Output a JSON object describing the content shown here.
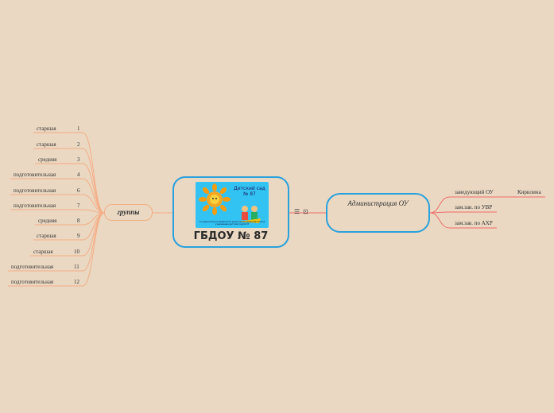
{
  "central": {
    "title": "ГБДОУ № 87",
    "image_title": "Детский сад\n№ 87",
    "image_caption": "Государственное бюджетное дошкольное образовательное учреждение детский сад № 87"
  },
  "admin": {
    "label": "Администрация ОУ",
    "items": [
      {
        "label": "заведующий ОУ",
        "value": "Кирилина"
      },
      {
        "label": "зам.зав. по УВР",
        "value": ""
      },
      {
        "label": "зам.зав. по АХР",
        "value": ""
      }
    ]
  },
  "groups": {
    "label": "группы",
    "items": [
      {
        "label": "старшая",
        "number": "1"
      },
      {
        "label": "старшая",
        "number": "2"
      },
      {
        "label": "средняя",
        "number": "3"
      },
      {
        "label": "подготовительная",
        "number": "4"
      },
      {
        "label": "подготовительная",
        "number": "6"
      },
      {
        "label": "подготовительная",
        "number": "7"
      },
      {
        "label": "средняя",
        "number": "8"
      },
      {
        "label": "старшая",
        "number": "9"
      },
      {
        "label": "старшая",
        "number": "10"
      },
      {
        "label": "подготовительная",
        "number": "11"
      },
      {
        "label": "подготовительная",
        "number": "12"
      }
    ]
  },
  "icons": {
    "notes": "notes-icon",
    "link": "link-icon"
  },
  "colors": {
    "background": "#ead8c2",
    "blue": "#2aa1dd",
    "orange": "#f4ad86",
    "red": "#f06b6b"
  }
}
